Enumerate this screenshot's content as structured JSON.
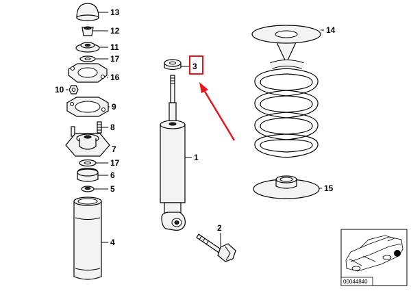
{
  "colors": {
    "highlight": "#e8141c",
    "line": "#000000",
    "fill": "#f3f3f3"
  },
  "callouts": {
    "n1": "1",
    "n2": "2",
    "n3": "3",
    "n4": "4",
    "n5": "5",
    "n6": "6",
    "n7": "7",
    "n8": "8",
    "n9": "9",
    "n10": "10",
    "n11": "11",
    "n12": "12",
    "n13": "13",
    "n14": "14",
    "n15": "15",
    "n16": "16",
    "n17a": "17",
    "n17b": "17"
  },
  "highlighted_callout": "3",
  "thumbnail": {
    "code": "00044840"
  }
}
